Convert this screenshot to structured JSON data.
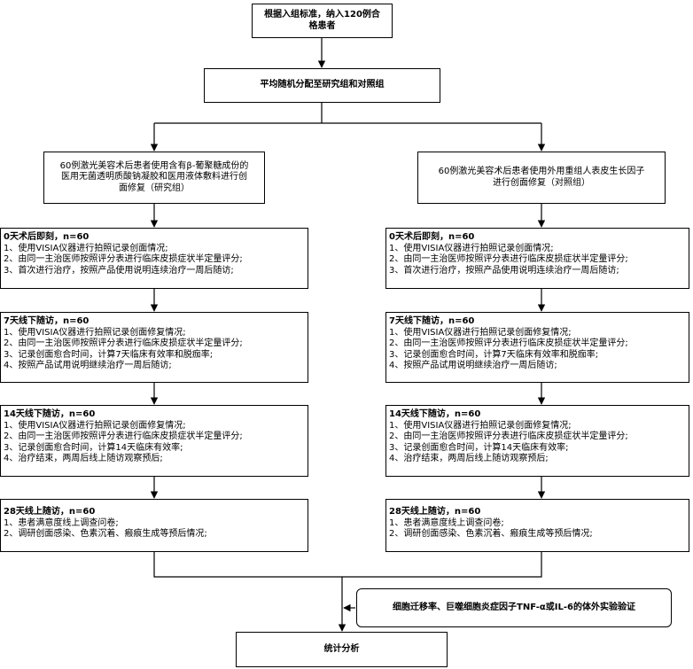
{
  "boxes": {
    "top": "根据入组标准，纳入120例合\n格患者",
    "random": "平均随机分配至研究组和对照组",
    "research_group": "60例激光美容术后患者使用含有β-葡聚糖成份的\n医用无菌透明质酸钠凝胶和医用液体敷料进行创\n面修复（研究组）",
    "control_group": "60例激光美容术后患者使用外用重组人表皮生长因子\n进行创面修复（对照组）",
    "invitro": "细胞迁移率、巨噬细胞炎症因子TNF-α或IL-6的体外实验验证",
    "analysis": "统计分析"
  },
  "left_steps": [
    {
      "title": "0天术后即刻，n=60",
      "items": [
        "1、使用VISIA仪器进行拍照记录创面情况;",
        "2、由同一主治医师按照评分表进行临床皮损症状半定量评分;",
        "3、首次进行治疗，按照产品使用说明连续治疗一周后随访;"
      ]
    },
    {
      "title": "7天线下随访，n=60",
      "items": [
        "1、使用VISIA仪器进行拍照记录创面修复情况;",
        "2、由同一主治医师按照评分表进行临床皮损症状半定量评分;",
        "3、记录创面愈合时间，计算7天临床有效率和脱痂率;",
        "4、按照产品试用说明继续治疗一周后随访;"
      ]
    },
    {
      "title": "14天线下随访，n=60",
      "items": [
        "1、使用VISIA仪器进行拍照记录创面修复情况;",
        "2、由同一主治医师按照评分表进行临床皮损症状半定量评分;",
        "3、记录创面愈合时间，计算14天临床有效率;",
        "4、治疗结束，两周后线上随访观察预后;"
      ]
    },
    {
      "title": "28天线上随访，n=60",
      "items": [
        "1、患者满意度线上调查问卷;",
        "2、调研创面感染、色素沉着、瘢痕生成等预后情况;"
      ]
    }
  ],
  "right_steps": [
    {
      "title": "0天术后即刻，n=60",
      "items": [
        "1、使用VISIA仪器进行拍照记录创面情况;",
        "2、由同一主治医师按照评分表进行临床皮损症状半定量评分;",
        "3、首次进行治疗，按照产品使用说明连续治疗一周后随访;"
      ]
    },
    {
      "title": "7天线下随访，n=60",
      "items": [
        "1、使用VISIA仪器进行拍照记录创面修复情况;",
        "2、由同一主治医师按照评分表进行临床皮损症状半定量评分;",
        "3、记录创面愈合时间，计算7天临床有效率和脱痂率;",
        "4、按照产品试用说明继续治疗一周后随访;"
      ]
    },
    {
      "title": "14天线下随访，n=60",
      "items": [
        "1、使用VISIA仪器进行拍照记录创面修复情况;",
        "2、由同一主治医师按照评分表进行临床皮损症状半定量评分;",
        "3、记录创面愈合时间，计算14天临床有效率;",
        "4、治疗结束，两周后线上随访观察预后;"
      ]
    },
    {
      "title": "28天线上随访，n=60",
      "items": [
        "1、患者满意度线上调查问卷;",
        "2、调研创面感染、色素沉着、瘢痕生成等预后情况;"
      ]
    }
  ],
  "colors": {
    "line": "#000000",
    "background": "#ffffff"
  }
}
